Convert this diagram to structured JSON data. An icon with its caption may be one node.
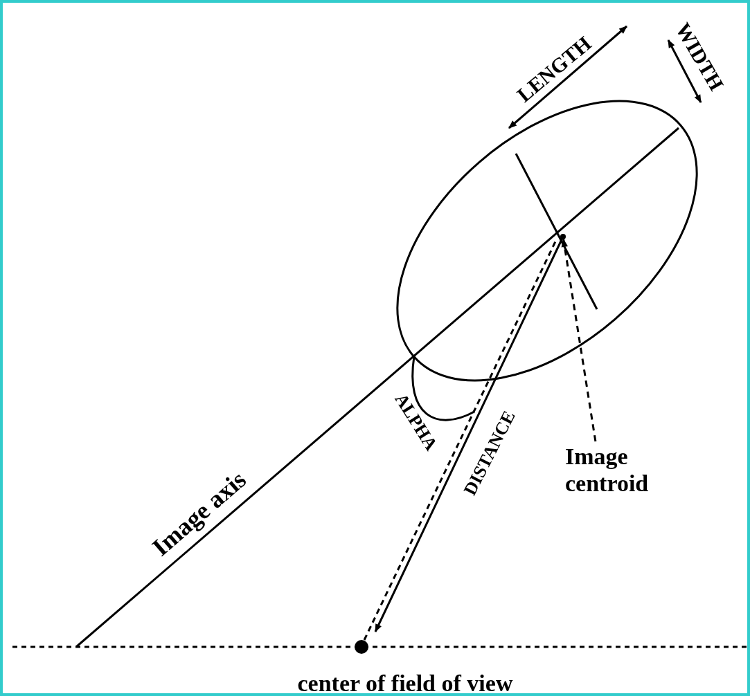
{
  "diagram": {
    "nodes": [
      {
        "text": [
          "Image centroid"
        ]
      },
      {
        "text": [],
        "shape": "point"
      }
    ],
    "edges": [
      {
        "from": 0,
        "to": 1,
        "arrow": "to",
        "style": "dashed"
      }
    ],
    "labels": [
      "LENGTH",
      "WIDTH",
      "Image axis",
      "ALPHA",
      "DISTANCE",
      "center of field of view"
    ]
  }
}
